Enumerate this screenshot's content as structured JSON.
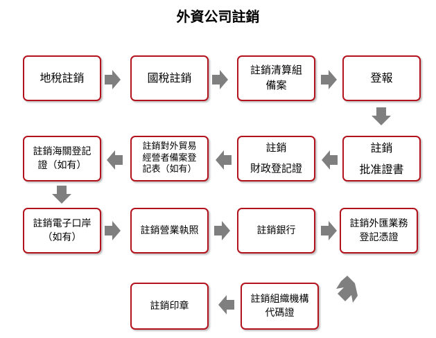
{
  "title": "外資公司註銷",
  "colors": {
    "box_border": "#b3111b",
    "arrow": "#7f7f7f"
  },
  "steps": [
    {
      "id": "s1",
      "lines": [
        "地稅註銷"
      ]
    },
    {
      "id": "s2",
      "lines": [
        "國稅註銷"
      ]
    },
    {
      "id": "s3",
      "lines": [
        "註銷清算組",
        "備案"
      ]
    },
    {
      "id": "s4",
      "lines": [
        "登報"
      ]
    },
    {
      "id": "s5",
      "lines": [
        "註銷",
        "批准證書"
      ]
    },
    {
      "id": "s6",
      "lines": [
        "註銷",
        "財政登記證"
      ]
    },
    {
      "id": "s7",
      "lines": [
        "註銷對外貿易",
        "經營者備案登",
        "記表（如有）"
      ]
    },
    {
      "id": "s8",
      "lines": [
        "註銷海關登記",
        "證（如有）"
      ]
    },
    {
      "id": "s9",
      "lines": [
        "註銷電子口岸",
        "（如有）"
      ]
    },
    {
      "id": "s10",
      "lines": [
        "註銷營業執照"
      ]
    },
    {
      "id": "s11",
      "lines": [
        "註銷銀行"
      ]
    },
    {
      "id": "s12",
      "lines": [
        "註銷外匯業務",
        "登記憑證"
      ]
    },
    {
      "id": "s13",
      "lines": [
        "註銷組織機構",
        "代碼證"
      ]
    },
    {
      "id": "s14",
      "lines": [
        "註銷印章"
      ]
    }
  ],
  "flow": [
    [
      "s1",
      "s2"
    ],
    [
      "s2",
      "s3"
    ],
    [
      "s3",
      "s4"
    ],
    [
      "s4",
      "s5"
    ],
    [
      "s5",
      "s6"
    ],
    [
      "s6",
      "s7"
    ],
    [
      "s7",
      "s8"
    ],
    [
      "s8",
      "s9"
    ],
    [
      "s9",
      "s10"
    ],
    [
      "s10",
      "s11"
    ],
    [
      "s11",
      "s12"
    ],
    [
      "s12",
      "s13"
    ],
    [
      "s13",
      "s14"
    ]
  ]
}
